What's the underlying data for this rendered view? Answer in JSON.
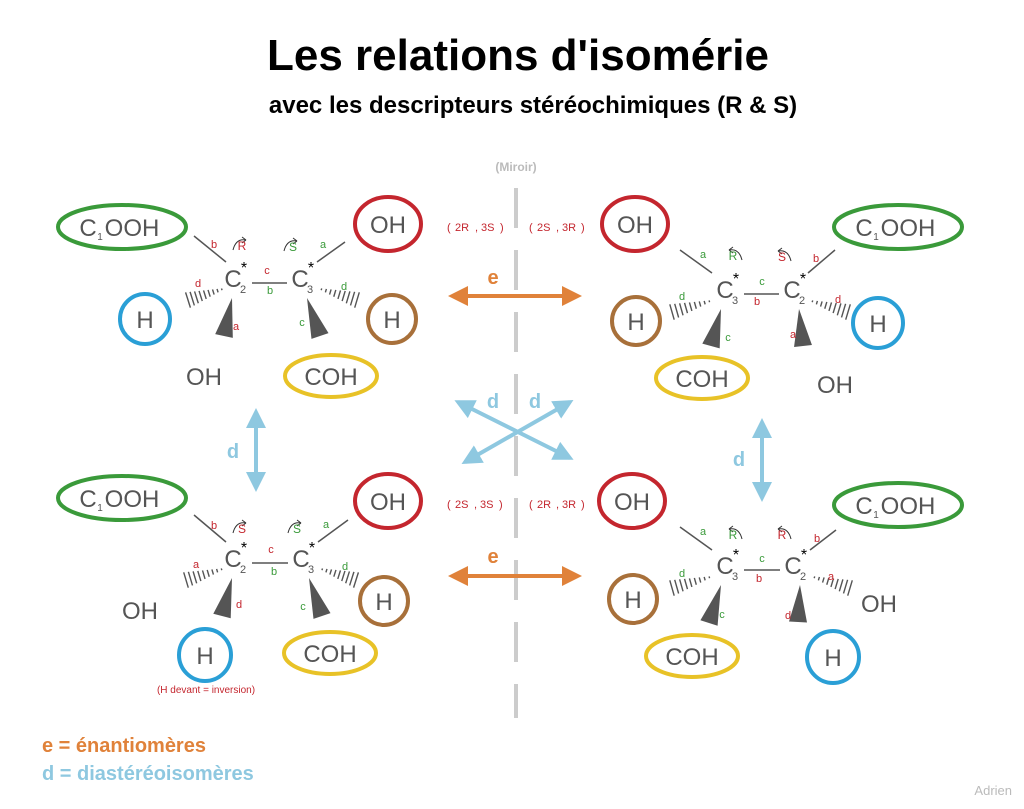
{
  "title": "Les relations d'isomérie",
  "subtitle": "avec les descripteurs stéréochimiques (R & S)",
  "mirror_label": "(Miroir)",
  "colors": {
    "cooh": "#3a9a3a",
    "oh_red": "#c4262e",
    "h_blue": "#2a9fd6",
    "h_brown": "#a8703a",
    "coh_yellow": "#e8c227",
    "enantiomer": "#e0823a",
    "diastereo": "#8ec8e0",
    "text_gray": "#555555",
    "label_red": "#c4262e",
    "label_green": "#3a9a3a"
  },
  "groups": {
    "cooh_c": "C",
    "cooh_sub": "1",
    "cooh_rest": "OOH",
    "oh": "OH",
    "h": "H",
    "coh": "COH"
  },
  "centers": {
    "c": "C",
    "c2_sub": "2",
    "c3_sub": "3",
    "star": "*"
  },
  "bond_letters": {
    "a": "a",
    "b": "b",
    "c": "c",
    "d": "d"
  },
  "descriptors": {
    "R": "R",
    "S": "S"
  },
  "configs": {
    "tl_a": "2R",
    "tl_b": "3S",
    "tr_a": "2S",
    "tr_b": "3R",
    "bl_a": "2S",
    "bl_b": "3S",
    "br_a": "2R",
    "br_b": "3R"
  },
  "relations": {
    "e": "e",
    "d": "d"
  },
  "note": "(H devant = inversion)",
  "legend": {
    "e_label": "e = énantiomères",
    "d_label": "d = diastéréoisomères"
  },
  "author": "Adrien"
}
